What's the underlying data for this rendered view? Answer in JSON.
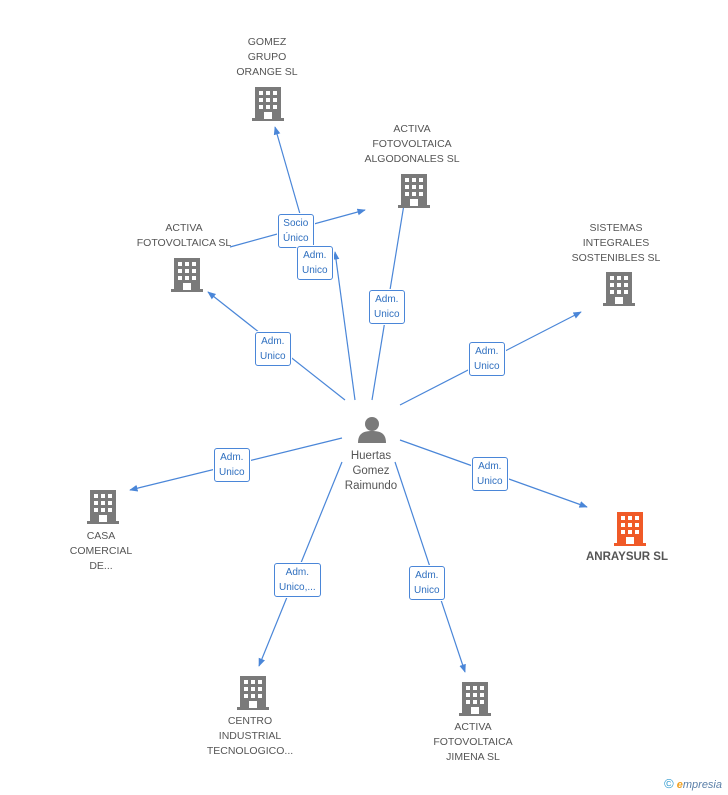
{
  "center": {
    "name": "Huertas\nGomez\nRaimundo",
    "icon": "person-icon"
  },
  "companies": [
    {
      "id": "gomez",
      "label": "GOMEZ\nGRUPO\nORANGE SL",
      "highlight": false
    },
    {
      "id": "algodonales",
      "label": "ACTIVA\nFOTOVOLTAICA\nALGODONALES SL",
      "highlight": false
    },
    {
      "id": "activa",
      "label": "ACTIVA\nFOTOVOLTAICA SL",
      "highlight": false
    },
    {
      "id": "sistemas",
      "label": "SISTEMAS\nINTEGRALES\nSOSTENIBLES SL",
      "highlight": false
    },
    {
      "id": "casa",
      "label": "CASA\nCOMERCIAL\nDE...",
      "highlight": false
    },
    {
      "id": "anraysur",
      "label": "ANRAYSUR SL",
      "highlight": true
    },
    {
      "id": "centro",
      "label": "CENTRO\nINDUSTRIAL\nTECNOLOGICO...",
      "highlight": false
    },
    {
      "id": "jimena",
      "label": "ACTIVA\nFOTOVOLTAICA\nJIMENA SL",
      "highlight": false
    }
  ],
  "edge_labels": [
    {
      "id": "socio",
      "text": "Socio\nÚnico"
    },
    {
      "id": "adm-gomez",
      "text": "Adm.\nUnico"
    },
    {
      "id": "adm-algodonales",
      "text": "Adm.\nUnico"
    },
    {
      "id": "adm-activa",
      "text": "Adm.\nUnico"
    },
    {
      "id": "adm-sistemas",
      "text": "Adm.\nUnico"
    },
    {
      "id": "adm-casa",
      "text": "Adm.\nUnico"
    },
    {
      "id": "adm-anraysur",
      "text": "Adm.\nUnico"
    },
    {
      "id": "adm-centro",
      "text": "Adm.\nUnico,..."
    },
    {
      "id": "adm-jimena",
      "text": "Adm.\nUnico"
    }
  ],
  "colors": {
    "edge": "#4a86d8",
    "building": "#7a7a7a",
    "highlight": "#f05a28",
    "person": "#7a7a7a"
  },
  "watermark": {
    "symbol": "©",
    "brand_initial": "e",
    "brand_rest": "mpresia"
  }
}
